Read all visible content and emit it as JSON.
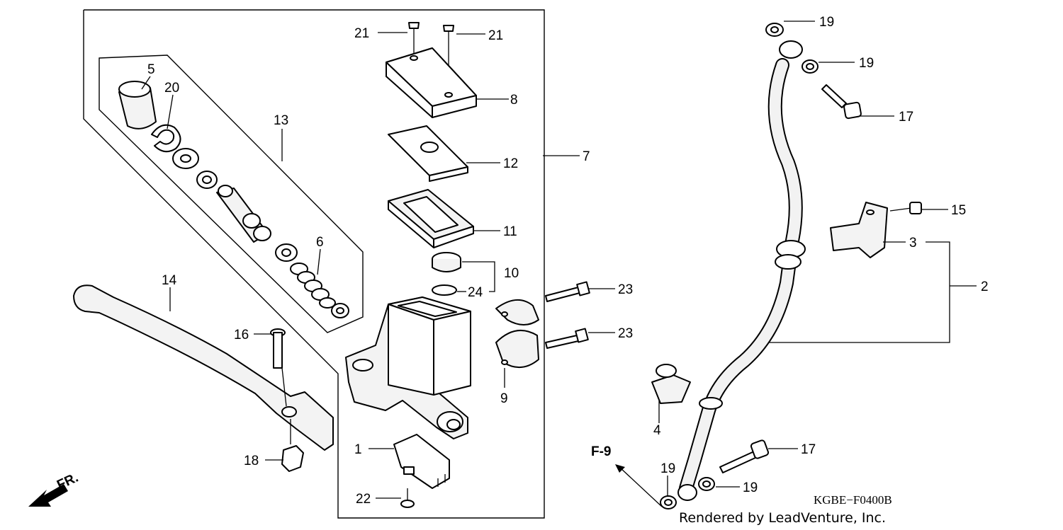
{
  "diagram": {
    "callouts": [
      "1",
      "2",
      "3",
      "4",
      "5",
      "6",
      "7",
      "8",
      "9",
      "10",
      "11",
      "12",
      "13",
      "14",
      "15",
      "16",
      "17",
      "17",
      "18",
      "19",
      "19",
      "19",
      "19",
      "20",
      "21",
      "21",
      "22",
      "23",
      "23",
      "24"
    ],
    "labels": {
      "c1": "1",
      "c2": "2",
      "c3": "3",
      "c4": "4",
      "c5": "5",
      "c6": "6",
      "c7": "7",
      "c8": "8",
      "c9": "9",
      "c10": "10",
      "c11": "11",
      "c12": "12",
      "c13": "13",
      "c14": "14",
      "c15": "15",
      "c16": "16",
      "c17a": "17",
      "c17b": "17",
      "c18": "18",
      "c19a": "19",
      "c19b": "19",
      "c19c": "19",
      "c19d": "19",
      "c20": "20",
      "c21a": "21",
      "c21b": "21",
      "c22": "22",
      "c23a": "23",
      "c23b": "23",
      "c24": "24"
    },
    "ref_label": "F-9",
    "direction_label": "FR.",
    "drawing_code": "KGBE−F0400B",
    "credit": "Rendered by LeadVenture, Inc."
  }
}
